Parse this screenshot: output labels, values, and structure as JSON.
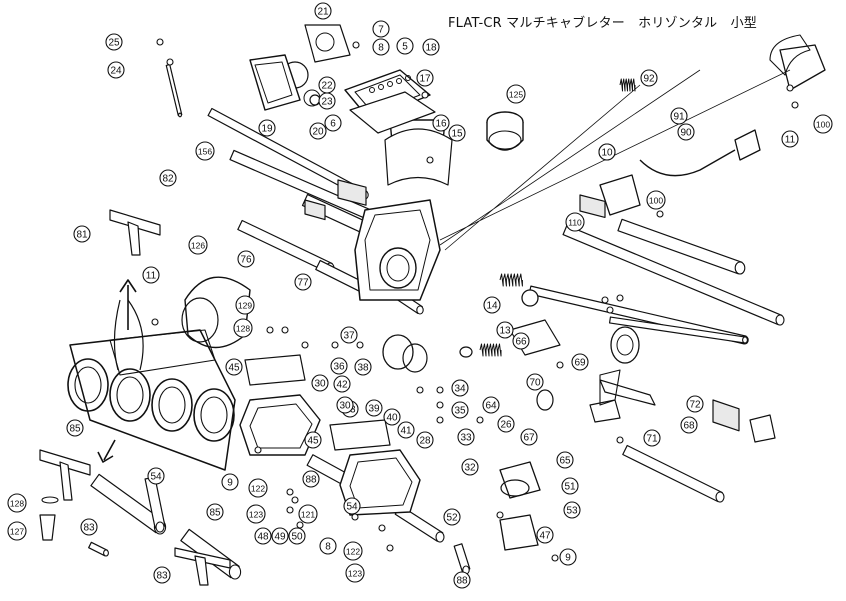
{
  "title": "FLAT-CR マルチキャブレター　ホリゾンタル　小型",
  "callouts": [
    "21",
    "7",
    "8",
    "5",
    "18",
    "17",
    "25",
    "24",
    "22",
    "23",
    "19",
    "20",
    "6",
    "125",
    "16",
    "15",
    "156",
    "92",
    "91",
    "90",
    "100",
    "11",
    "10",
    "82",
    "81",
    "126",
    "76",
    "77",
    "14",
    "13",
    "129",
    "128",
    "11",
    "37",
    "36",
    "38",
    "42",
    "43",
    "45",
    "39",
    "40",
    "41",
    "34",
    "35",
    "33",
    "28",
    "26",
    "66",
    "69",
    "70",
    "64",
    "72",
    "68",
    "67",
    "71",
    "65",
    "30",
    "30",
    "45",
    "32",
    "85",
    "83",
    "128",
    "127",
    "54",
    "122",
    "123",
    "121",
    "88",
    "85",
    "51",
    "52",
    "53",
    "47",
    "9",
    "48",
    "49",
    "50",
    "8",
    "122",
    "123",
    "54",
    "83",
    "88",
    "9",
    "110",
    "10",
    "100"
  ],
  "highlight_callouts": [
    "42",
    "43"
  ],
  "colors": {
    "line": "#111111",
    "highlight": "#cc1111",
    "background": "#ffffff"
  }
}
